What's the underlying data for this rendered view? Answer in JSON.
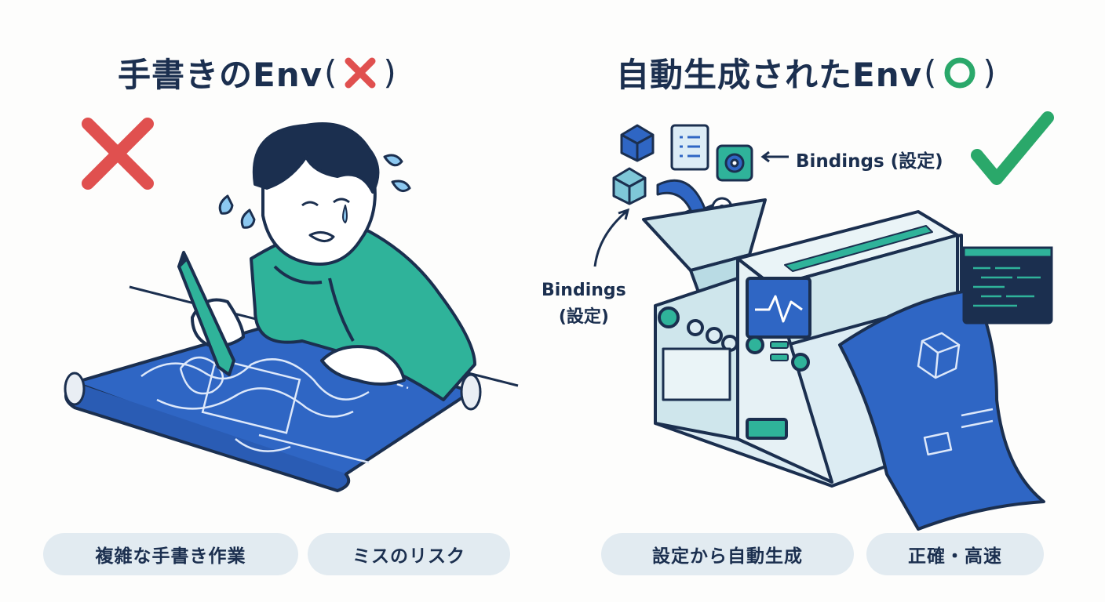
{
  "left": {
    "title": {
      "text": "手書きのEnv",
      "open_paren": "(",
      "close_paren": ")",
      "mark_icon": "red-cross-icon"
    },
    "tags": [
      "複雑な手書き作業",
      "ミスのリスク"
    ],
    "illustration": "stressed-person-drawing-blueprint"
  },
  "right": {
    "title": {
      "text": "自動生成されたEnv",
      "open_paren": "(",
      "close_paren": ")",
      "mark_icon": "green-circle-icon"
    },
    "bindings_label_top": "Bindings (設定)",
    "bindings_label_side_line1": "Bindings",
    "bindings_label_side_line2": "(設定)",
    "tags": [
      "設定から自動生成",
      "正確・高速"
    ],
    "illustration": "machine-generating-blueprint"
  },
  "colors": {
    "navy": "#1b2f4f",
    "red": "#e0504f",
    "green": "#2aa86a",
    "teal": "#2fb39a",
    "blueprint": "#2f66c4",
    "pill_bg": "#e2ebf1"
  }
}
